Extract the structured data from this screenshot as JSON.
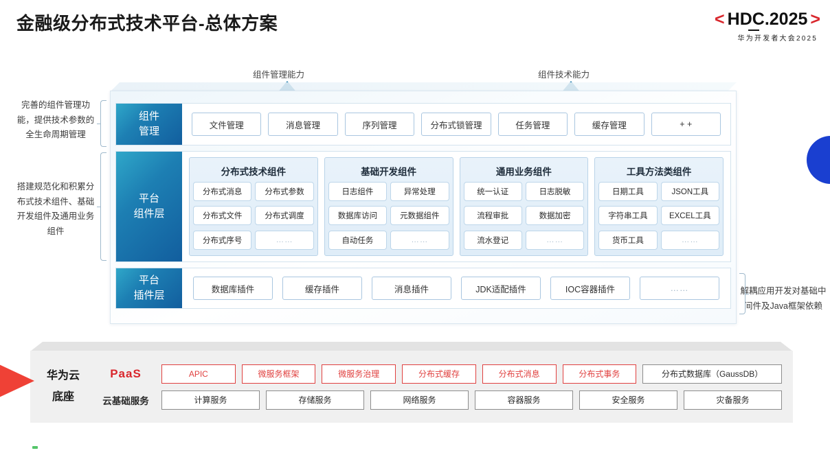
{
  "header": {
    "title": "金融级分布式技术平台-总体方案",
    "logo": {
      "left_bracket": "<",
      "right_bracket": ">",
      "main": "HDC.2025",
      "sub": "华为开发者大会2025",
      "bracket_color": "#d9262c",
      "text_color": "#111111"
    }
  },
  "arrows": [
    {
      "label": "组件管理能力"
    },
    {
      "label": "组件技术能力"
    }
  ],
  "notes": {
    "left": [
      "完善的组件管理功能，提供技术参数的全生命周期管理",
      "搭建规范化和积累分布式技术组件、基础开发组件及通用业务组件"
    ],
    "right": "解耦应用开发对基础中间件及Java框架依赖"
  },
  "stack": {
    "rows": [
      {
        "id": "row-mgmt",
        "label": "组件\n管理",
        "label_line1": "组件",
        "label_line2": "管理",
        "items": [
          "文件管理",
          "消息管理",
          "序列管理",
          "分布式锁管理",
          "任务管理",
          "缓存管理",
          "+ +"
        ]
      },
      {
        "id": "row-comp",
        "label_line1": "平台",
        "label_line2": "组件层",
        "groups": [
          {
            "title": "分布式技术组件",
            "cells": [
              "分布式消息",
              "分布式参数",
              "分布式文件",
              "分布式调度",
              "分布式序号",
              "……"
            ]
          },
          {
            "title": "基础开发组件",
            "cells": [
              "日志组件",
              "异常处理",
              "数据库访问",
              "元数据组件",
              "自动任务",
              "……"
            ]
          },
          {
            "title": "通用业务组件",
            "cells": [
              "统一认证",
              "日志脱敏",
              "流程审批",
              "数据加密",
              "流水登记",
              "……"
            ]
          },
          {
            "title": "工具方法类组件",
            "cells": [
              "日期工具",
              "JSON工具",
              "字符串工具",
              "EXCEL工具",
              "货币工具",
              "……"
            ]
          }
        ]
      },
      {
        "id": "row-plugin",
        "label_line1": "平台",
        "label_line2": "插件层",
        "items": [
          "数据库插件",
          "缓存插件",
          "消息插件",
          "JDK适配插件",
          "IOC容器插件",
          "……"
        ]
      }
    ]
  },
  "cloud": {
    "title_line1": "华为云",
    "title_line2": "底座",
    "paas": {
      "label": "PaaS",
      "items": [
        {
          "text": "APIC",
          "style": "red"
        },
        {
          "text": "微服务框架",
          "style": "red"
        },
        {
          "text": "微服务治理",
          "style": "red"
        },
        {
          "text": "分布式缓存",
          "style": "red"
        },
        {
          "text": "分布式消息",
          "style": "red"
        },
        {
          "text": "分布式事务",
          "style": "red"
        },
        {
          "text": "分布式数据库（GaussDB）",
          "style": "gray"
        }
      ]
    },
    "infra": {
      "label": "云基础服务",
      "items": [
        {
          "text": "计算服务",
          "style": "gray"
        },
        {
          "text": "存储服务",
          "style": "gray"
        },
        {
          "text": "网络服务",
          "style": "gray"
        },
        {
          "text": "容器服务",
          "style": "gray"
        },
        {
          "text": "安全服务",
          "style": "gray"
        },
        {
          "text": "灾备服务",
          "style": "gray"
        }
      ]
    }
  },
  "colors": {
    "accent_red": "#d9262c",
    "accent_blue": "#1a3fd0",
    "label_gradient_from": "#2fa7c9",
    "label_gradient_to": "#125e9e",
    "green_mark": "#55c56a"
  }
}
